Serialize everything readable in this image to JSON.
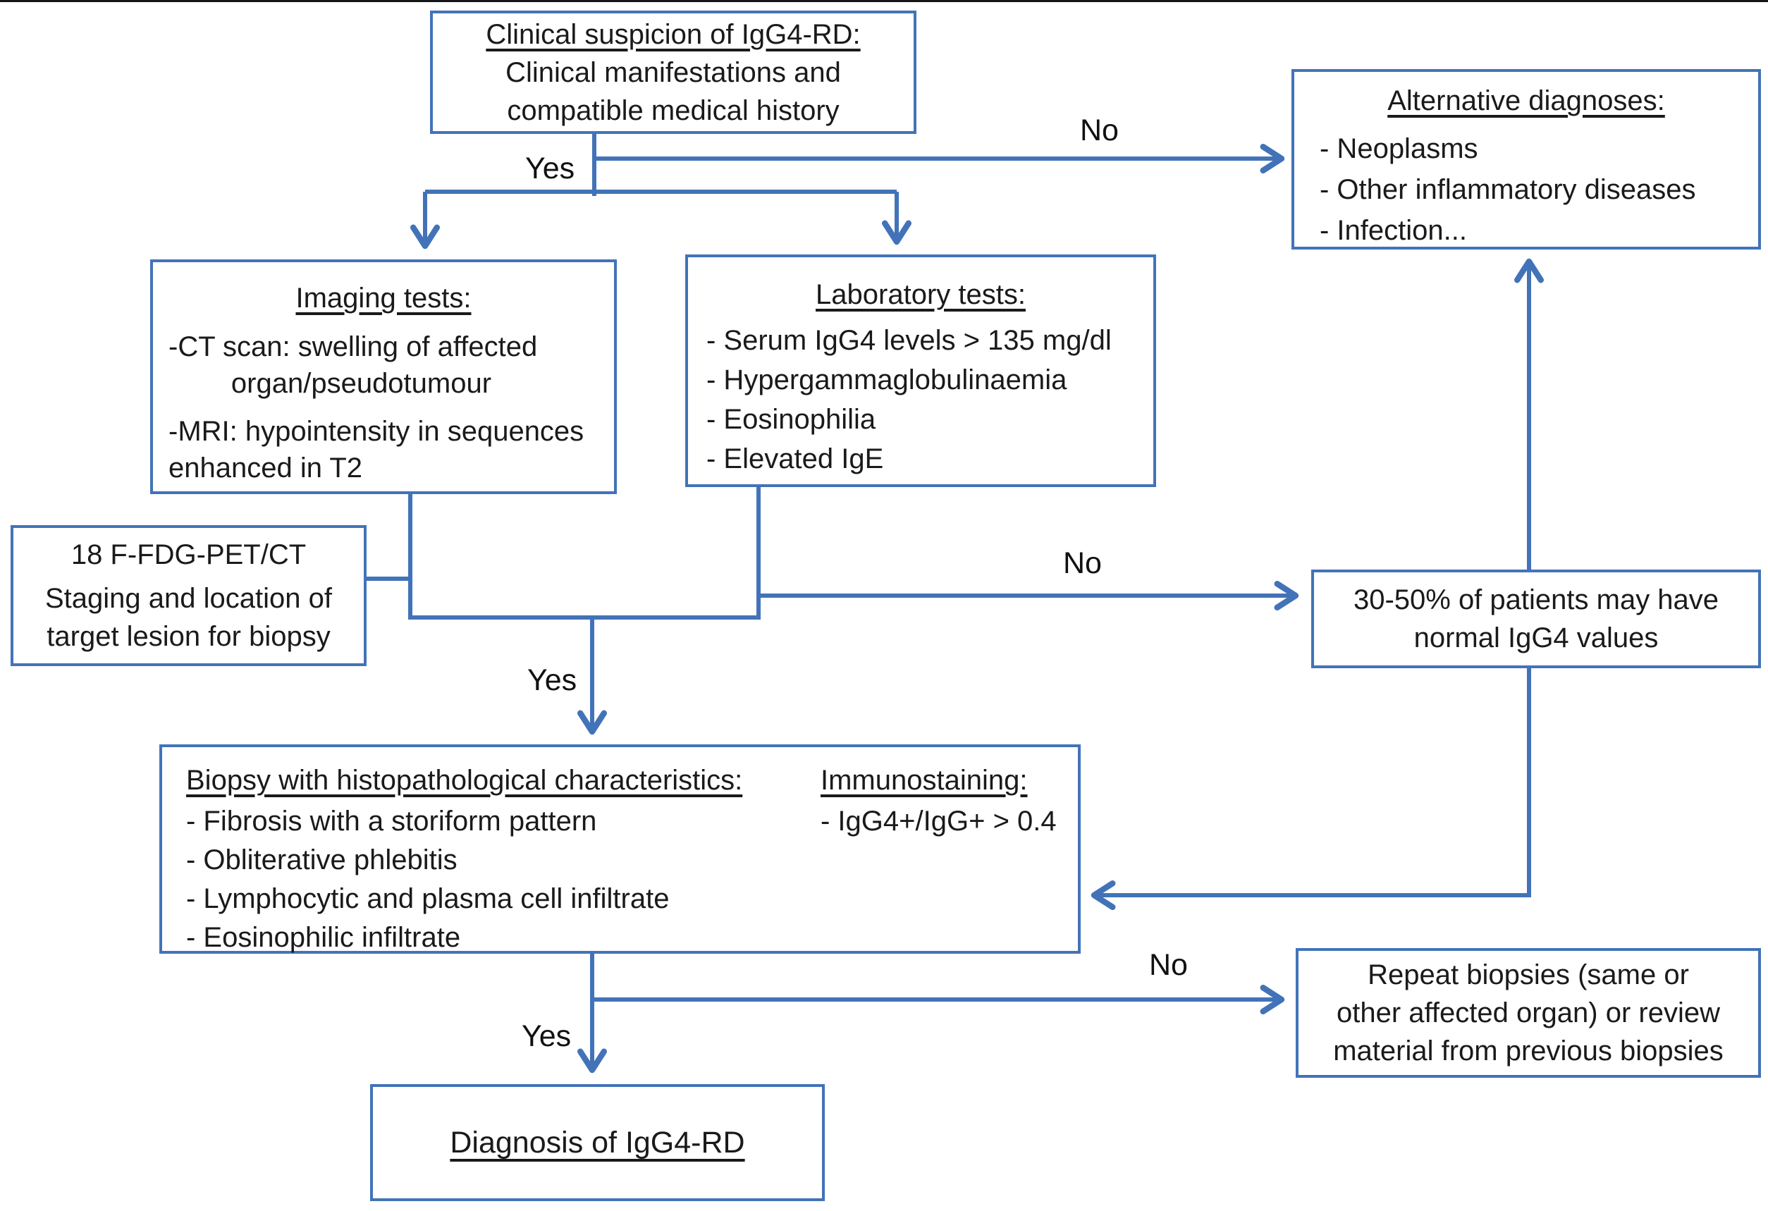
{
  "labels": {
    "yes": "Yes",
    "no": "No"
  },
  "colors": {
    "line": "#4273b8",
    "box_border": "#4273b8",
    "text": "#1a1a1a",
    "background": "#ffffff"
  },
  "boxes": {
    "clinical": {
      "title": "Clinical suspicion of IgG4-RD:",
      "body": "Clinical manifestations and\ncompatible medical history"
    },
    "alternative": {
      "title": "Alternative diagnoses:",
      "items": [
        "- Neoplasms",
        "- Other inflammatory diseases",
        "- Infection..."
      ]
    },
    "imaging": {
      "title": "Imaging tests:",
      "items": [
        "-CT scan: swelling of affected\n        organ/pseudotumour",
        "-MRI: hypointensity in sequences\nenhanced in T2"
      ]
    },
    "laboratory": {
      "title": "Laboratory tests:",
      "items": [
        "- Serum IgG4 levels > 135 mg/dl",
        "- Hypergammaglobulinaemia",
        "- Eosinophilia",
        "- Elevated IgE"
      ]
    },
    "pet": {
      "title": "18 F-FDG-PET/CT",
      "body": "Staging and location of\ntarget lesion for biopsy"
    },
    "normal_igg4": {
      "body": "30-50% of patients may have\nnormal IgG4 values"
    },
    "biopsy": {
      "title": "Biopsy with histopathological characteristics:",
      "items": [
        "- Fibrosis with a storiform pattern",
        "- Obliterative phlebitis",
        "- Lymphocytic and plasma cell infiltrate",
        "- Eosinophilic infiltrate"
      ],
      "immuno_title": "Immunostaining:",
      "immuno_items": [
        "- IgG4+/IgG+ > 0.4"
      ]
    },
    "repeat": {
      "body": "Repeat biopsies (same or\nother affected organ) or review\nmaterial from previous biopsies"
    },
    "diagnosis": {
      "title": "Diagnosis of IgG4-RD"
    }
  }
}
